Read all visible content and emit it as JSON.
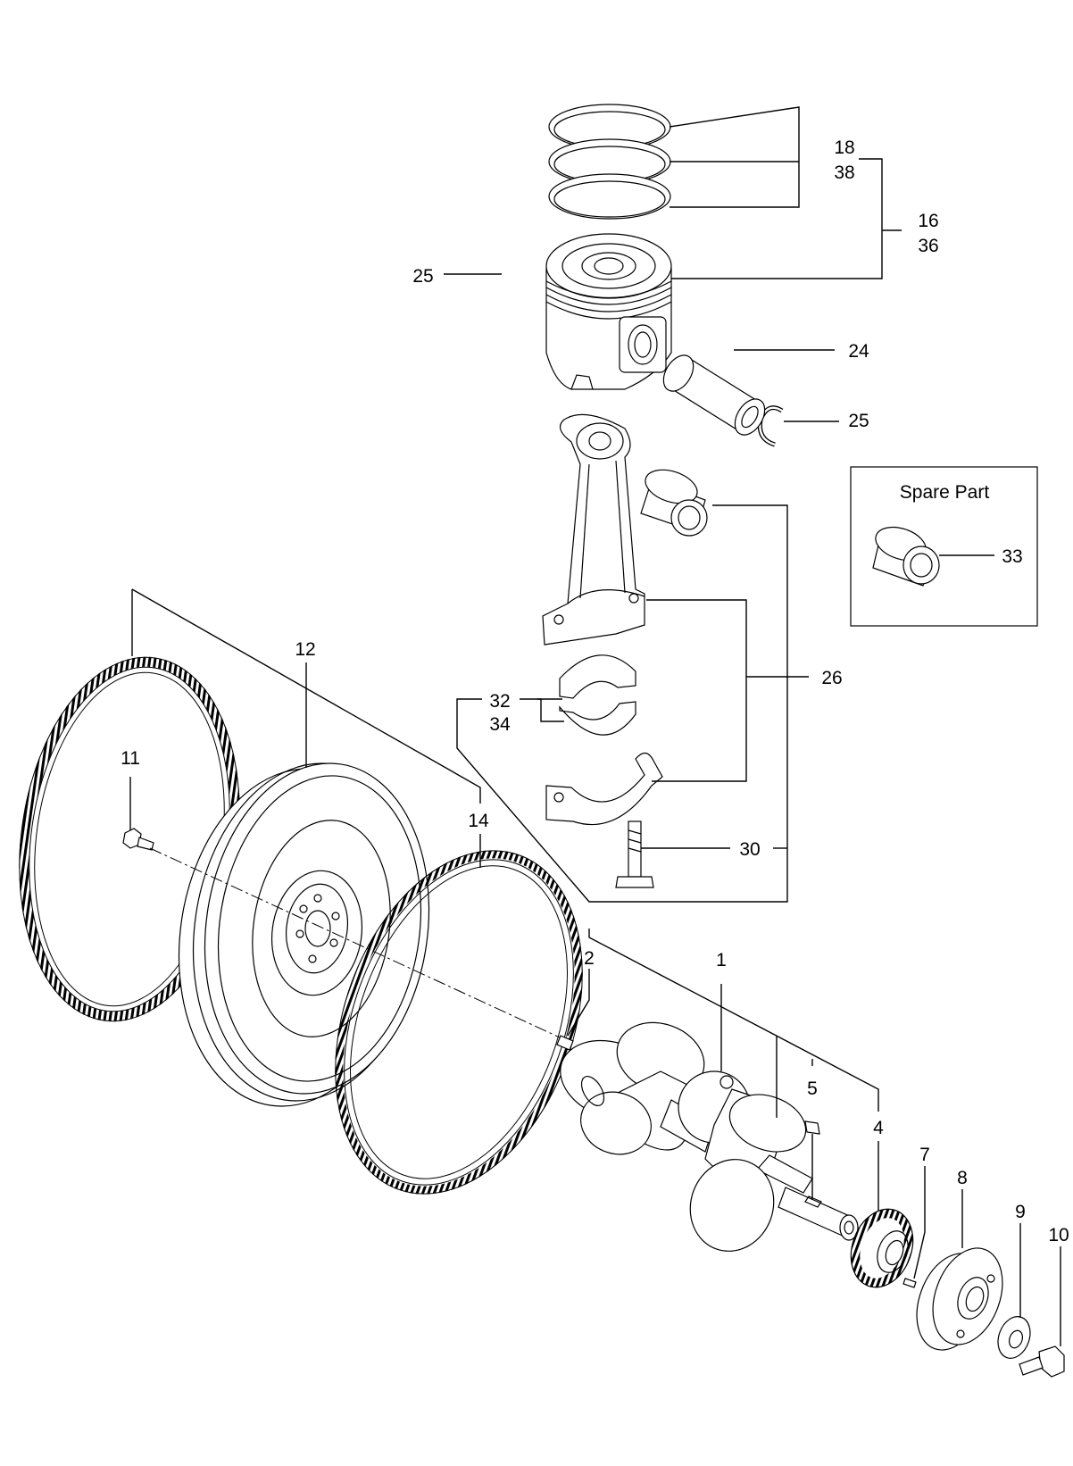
{
  "spare_box": {
    "title": "Spare Part"
  },
  "callouts": {
    "c1": "1",
    "c2": "2",
    "c4": "4",
    "c5": "5",
    "c7": "7",
    "c8": "8",
    "c9": "9",
    "c10": "10",
    "c11": "11",
    "c12": "12",
    "c14": "14",
    "c16": "16",
    "c18": "18",
    "c24": "24",
    "c25a": "25",
    "c25b": "25",
    "c26": "26",
    "c30": "30",
    "c32": "32",
    "c33": "33",
    "c34": "34",
    "c36": "36",
    "c38": "38"
  }
}
